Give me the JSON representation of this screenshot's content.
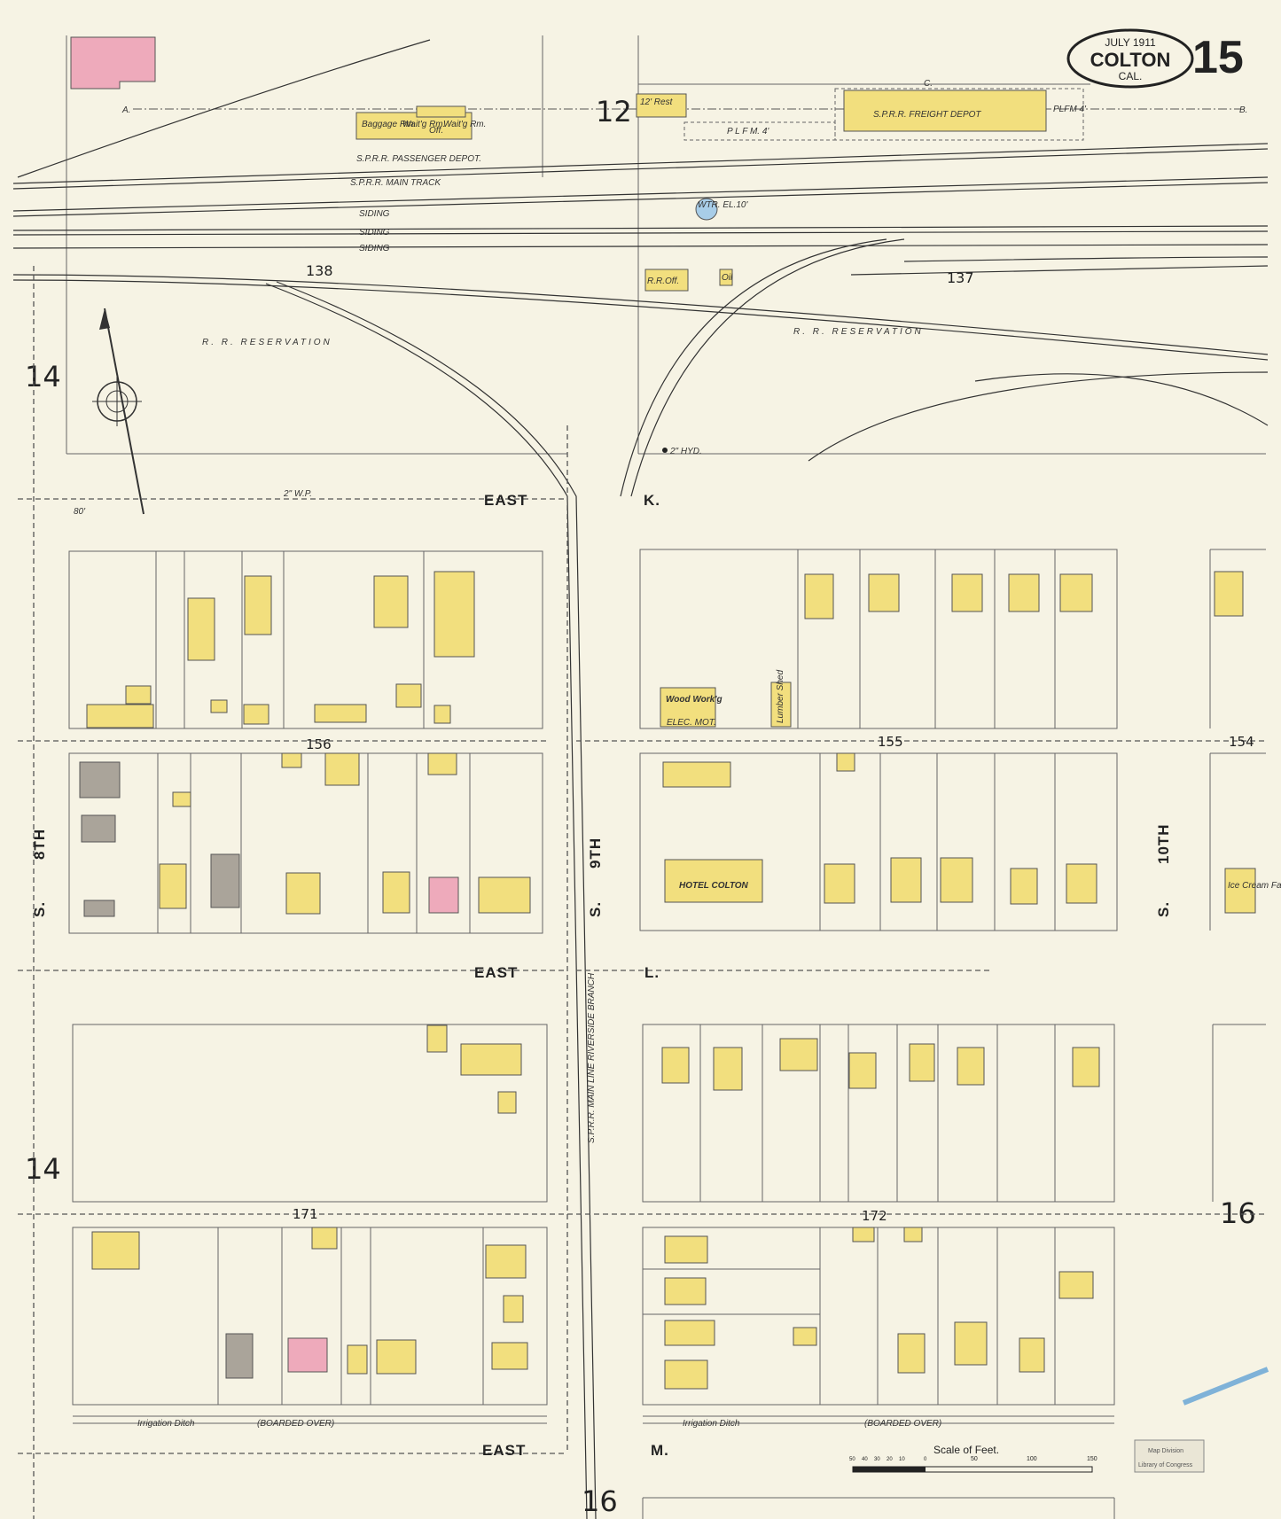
{
  "title_cartouche": {
    "date": "JULY 1911",
    "city": "COLTON",
    "state": "CAL."
  },
  "sheet_number": "15",
  "adjacent_sheets": {
    "north": "12",
    "west_upper": "14",
    "west_lower": "14",
    "east": "16",
    "south": "16"
  },
  "block_numbers": [
    "138",
    "137",
    "156",
    "155",
    "154",
    "171",
    "172"
  ],
  "streets": {
    "east_k_left": "EAST",
    "east_k_right": "K.",
    "east_l_left": "EAST",
    "east_l_right": "L.",
    "east_m_left": "EAST",
    "east_m_right": "M.",
    "s8_left": "S.",
    "s8_right": "8TH",
    "s9_left": "S.",
    "s9_right": "9TH",
    "s10_left": "S.",
    "s10_right": "10TH"
  },
  "labels": {
    "passenger_depot": "S.P.R.R. PASSENGER DEPOT.",
    "baggage": "Baggage Rm.",
    "waiting1": "Wait'g Rm.",
    "office": "Off.",
    "waiting2": "Wait'g Rm.",
    "freight_depot": "S.P.R.R. FREIGHT DEPOT",
    "main_track": "S.P.R.R. MAIN TRACK",
    "siding1": "SIDING",
    "siding2": "SIDING",
    "siding3": "SIDING",
    "rr_reservation_left": "R. R. RESERVATION",
    "rr_reservation_right": "R. R. RESERVATION",
    "rr_office": "R.R.Off.",
    "oil": "Oil",
    "rest": "12' Rest",
    "platform_top": "P L F M. 4'",
    "platform_right": "PLFM 4'",
    "water_tank": "WTR. EL.10'",
    "hotel": "HOTEL COLTON",
    "wood_working": "Wood Work'g",
    "elec_mot": "ELEC. MOT.",
    "lumber_shed": "Lumber Shed",
    "ice_cream": "Ice Cream Fac.",
    "irrigation_left": "Irrigation Ditch",
    "boarded_left": "(BOARDED OVER)",
    "irrigation_right": "Irrigation Ditch",
    "boarded_right": "(BOARDED OVER)",
    "line_a": "A.",
    "line_b": "B.",
    "line_c": "C.",
    "width_80": "80'",
    "hyd": "2\" HYD.",
    "wp": "2\" W.P.",
    "branch": "S.P.R.R. MAIN LINE RIVERSIDE BRANCH"
  },
  "scale": {
    "title": "Scale of Feet.",
    "ticks": [
      "50",
      "40",
      "30",
      "20",
      "10",
      "0",
      "50",
      "100",
      "150"
    ]
  },
  "stamp": {
    "line1": "Map Division",
    "line2": "Library of Congress"
  },
  "colors": {
    "dwelling": "#f2df7e",
    "brick": "#eeaabb",
    "stone": "#aaa49a",
    "tank": "#a8cde8",
    "paper": "#f6f3e4"
  }
}
